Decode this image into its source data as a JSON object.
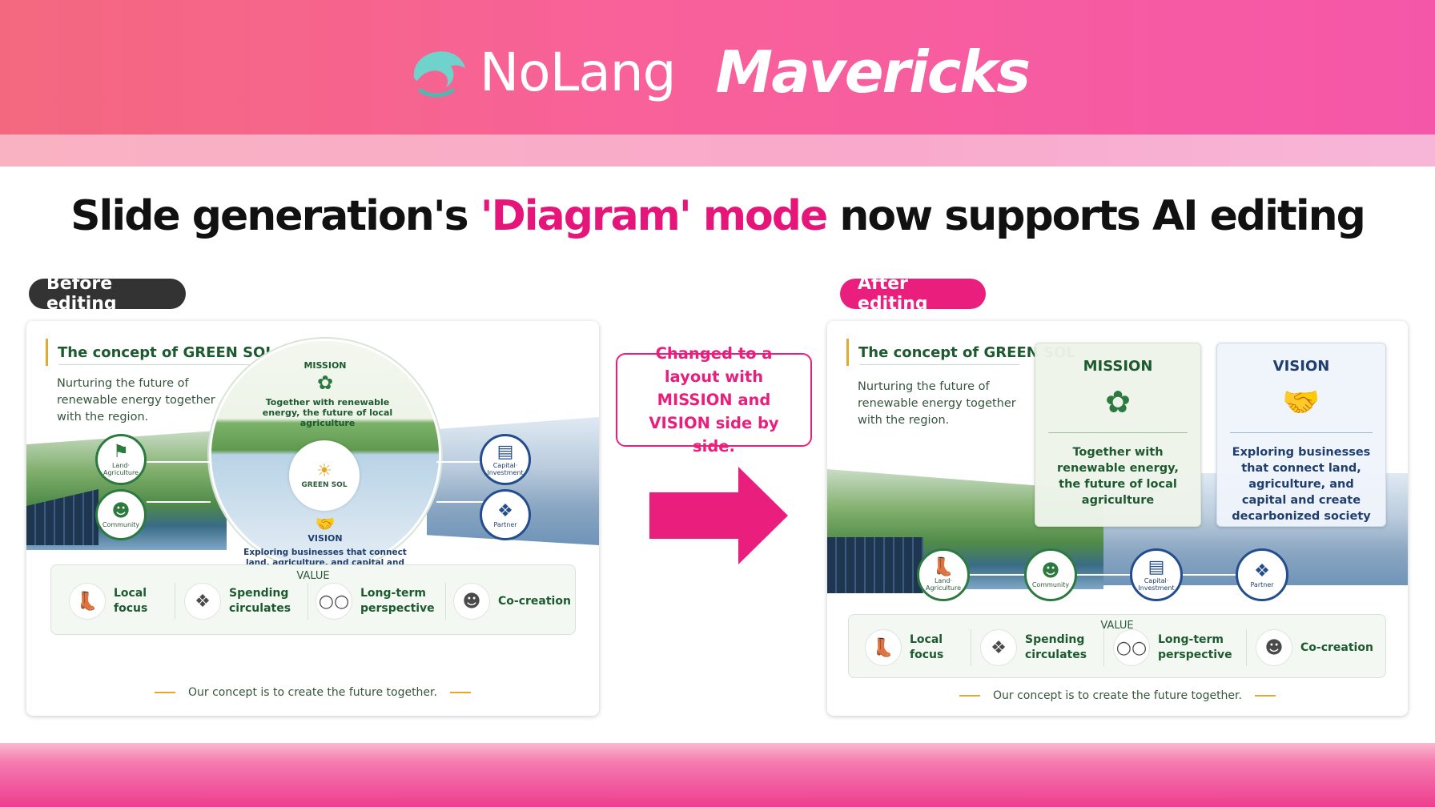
{
  "brand": {
    "logo1": "NoLang",
    "logo2": "Mavericks"
  },
  "headline": {
    "part1": "Slide generation's ",
    "accent": "'Diagram' mode",
    "part2": " now supports AI editing"
  },
  "labels": {
    "before": "Before editing",
    "after": "After editing"
  },
  "callout": "Changed to a layout with MISSION and VISION side by side.",
  "before_slide": {
    "title": "The concept of GREEN SOL",
    "subtitle": "Nurturing the future of renewable energy together with the region.",
    "mission_head": "MISSION",
    "mission_text": "Together with renewable energy, the future of local agriculture",
    "center": "GREEN SOL",
    "vision_head": "VISION",
    "vision_text": "Exploring businesses that connect land, agriculture, and capital and create a decarbonized society",
    "nodes": [
      "Land· Agriculture",
      "Community",
      "Capital· Investment",
      "Partner"
    ],
    "value_title": "VALUE",
    "values": [
      "Local focus",
      "Spending circulates",
      "Long-term perspective",
      "Co-creation"
    ],
    "tagline": "Our concept is to create the future together."
  },
  "after_slide": {
    "title": "The concept of GREEN SOL",
    "subtitle": "Nurturing the future of renewable energy together with the region.",
    "mission_head": "MISSION",
    "mission_text": "Together with renewable energy, the future of local agriculture",
    "vision_head": "VISION",
    "vision_text": "Exploring businesses that connect land, agriculture, and capital and create decarbonized society",
    "nodes": [
      "Land· Agriculture",
      "Community",
      "Capital· Investment",
      "Partner"
    ],
    "value_title": "VALUE",
    "values": [
      "Local focus",
      "Spending circulates",
      "Long-term perspective",
      "Co-creation"
    ],
    "tagline": "Our concept is to create the future together."
  },
  "colors": {
    "accent": "#e6157a",
    "green": "#1d5a2f",
    "blue": "#1f3f70",
    "gold": "#e3a92a"
  },
  "icons": {
    "logo": "dolphin-icon",
    "mission": "sprout-hands-icon",
    "vision": "handshake-icon",
    "values": [
      "boot-icon",
      "puzzle-icon",
      "binoculars-icon",
      "people-icon"
    ],
    "arrow": "right-arrow-icon"
  }
}
